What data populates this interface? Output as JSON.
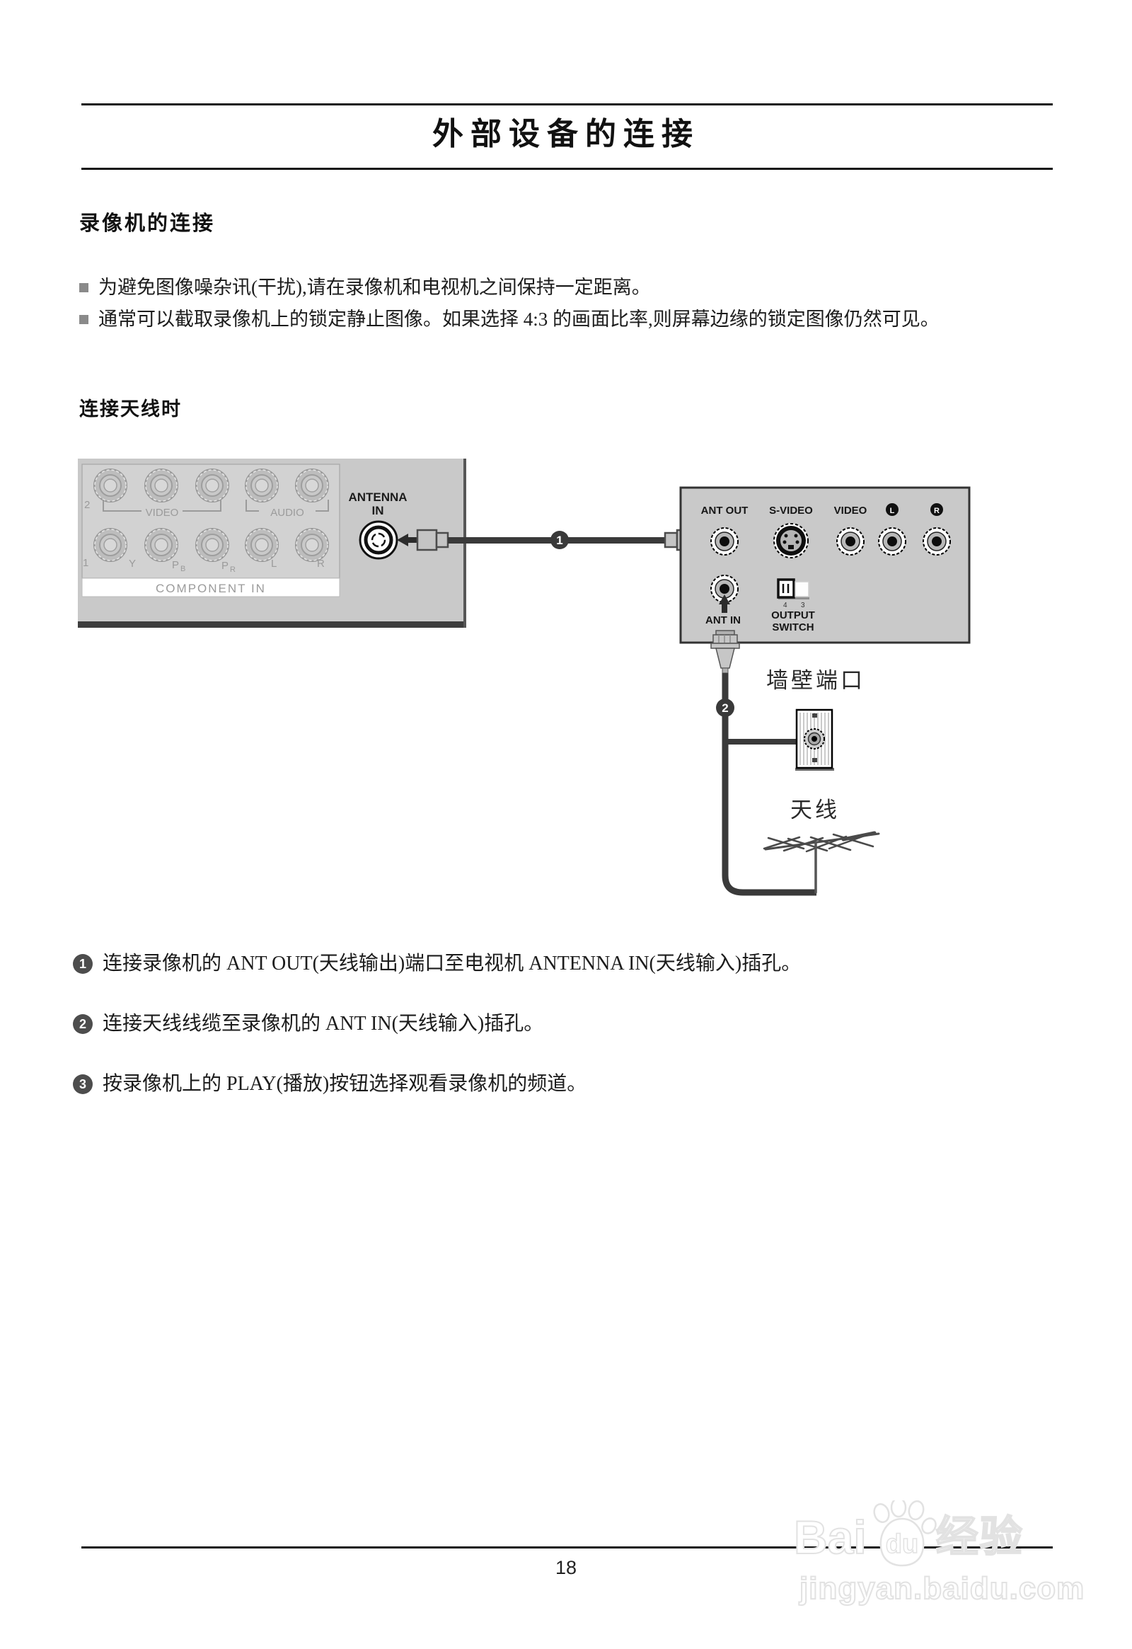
{
  "page": {
    "title": "外部设备的连接",
    "section_heading": "录像机的连接",
    "sub_heading": "连接天线时",
    "page_number": "18"
  },
  "notes": {
    "bullet1": "为避免图像噪杂讯(干扰),请在录像机和电视机之间保持一定距离。",
    "bullet2": "通常可以截取录像机上的锁定静止图像。如果选择 4:3 的画面比率,则屏幕边缘的锁定图像仍然可见。"
  },
  "instructions": {
    "item1": {
      "num": "1",
      "text": "连接录像机的 ANT OUT(天线输出)端口至电视机 ANTENNA IN(天线输入)插孔。"
    },
    "item2": {
      "num": "2",
      "text": "连接天线线缆至录像机的 ANT IN(天线输入)插孔。"
    },
    "item3": {
      "num": "3",
      "text": "按录像机上的 PLAY(播放)按钮选择观看录像机的频道。"
    }
  },
  "diagram": {
    "badge_1": "1",
    "badge_2": "2",
    "wall_port_label": "墙壁端口",
    "antenna_label": "天线",
    "tv": {
      "num_top": "2",
      "num_bottom": "1",
      "video": "VIDEO",
      "audio": "AUDIO",
      "y_label": "Y",
      "pb_main": "P",
      "pb_sub": "B",
      "pr_main": "P",
      "pr_sub": "R",
      "left_label": "L",
      "right_label": "R",
      "component_in": "COMPONENT IN",
      "antenna_in_line1": "ANTENNA",
      "antenna_in_line2": "IN"
    },
    "vcr": {
      "ant_out": "ANT OUT",
      "s_video": "S-VIDEO",
      "video": "VIDEO",
      "left_badge": "L",
      "right_badge": "R",
      "ant_in": "ANT IN",
      "switch_pos4": "4",
      "switch_pos3": "3",
      "output_switch_line1": "OUTPUT",
      "output_switch_line2": "SWITCH"
    }
  },
  "watermark": {
    "brand_prefix": "Bai",
    "brand_du": "du",
    "brand_suffix": "经验",
    "site_url": "jingyan.baidu.com"
  },
  "colors": {
    "panel_gray": "#c9c9c9",
    "inner_panel_gray": "#d2d2d2",
    "cable_dark": "#3a3a3a",
    "label_gray": "#9b9b9b",
    "watermark_gray": "#e2e2e2"
  }
}
